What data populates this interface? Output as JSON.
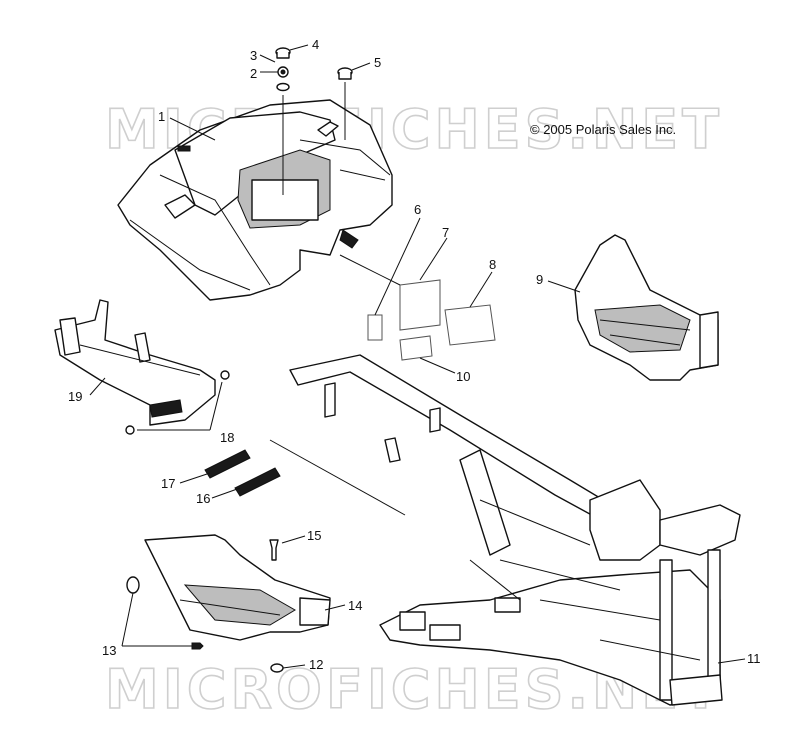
{
  "copyright": "© 2005 Polaris Sales Inc.",
  "watermark_top": "MICROFICHES.NET",
  "watermark_bottom": "MICROFICHES.NET",
  "callouts": [
    "1",
    "2",
    "3",
    "4",
    "5",
    "6",
    "7",
    "8",
    "9",
    "10",
    "11",
    "12",
    "13",
    "14",
    "15",
    "16",
    "17",
    "18",
    "19"
  ]
}
